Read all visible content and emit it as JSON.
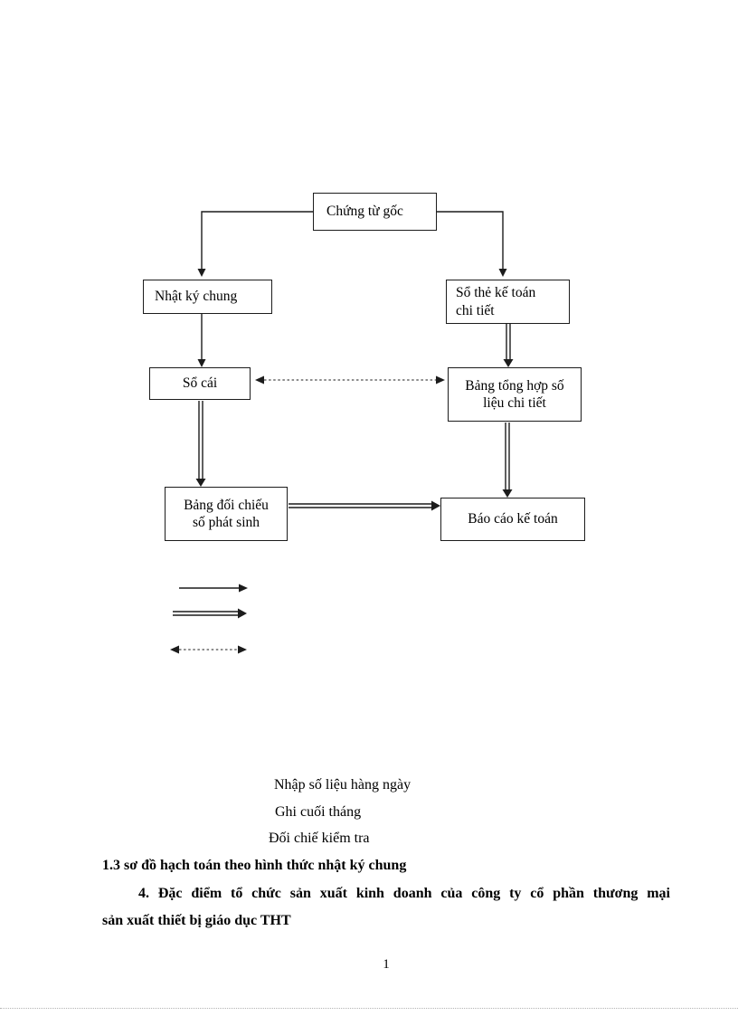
{
  "page": {
    "page_number": "1",
    "colors": {
      "ink": "#1c1c1c",
      "paper": "#ffffff",
      "page_break_dots": "#b3b3b3"
    }
  },
  "diagram": {
    "boxes": {
      "chung_tu_goc": {
        "label": "Chứng từ gốc"
      },
      "nhat_ky_chung": {
        "label": "Nhật ký chung"
      },
      "so_the_ke_toan_chi_tiet": {
        "label": "Sổ thẻ kế toán\nchi tiết"
      },
      "so_cai": {
        "label": "Sổ cái"
      },
      "bang_tong_hop_so_lieu_chi_tiet": {
        "label": "Bảng tổng hợp số\nliệu  chi tiết"
      },
      "bang_doi_chieu_so_phat_sinh": {
        "label": "Bảng đối chiếu\nsố phát sinh"
      },
      "bao_cao_ke_toan": {
        "label": "Báo cáo kế toán"
      }
    },
    "connections": [
      {
        "from": "Chứng từ gốc",
        "to": "Nhật ký chung",
        "style": "single-solid"
      },
      {
        "from": "Chứng từ gốc",
        "to": "Sổ thẻ kế toán chi tiết",
        "style": "single-solid"
      },
      {
        "from": "Nhật ký chung",
        "to": "Sổ cái",
        "style": "single-solid"
      },
      {
        "from": "Sổ thẻ kế toán chi tiết",
        "to": "Bảng tổng hợp số liệu chi tiết",
        "style": "double-solid"
      },
      {
        "from": "Sổ cái",
        "to": "Bảng tổng hợp số liệu chi tiết",
        "style": "dashed-double-headed"
      },
      {
        "from": "Sổ cái",
        "to": "Bảng đối chiếu số phát sinh",
        "style": "double-solid"
      },
      {
        "from": "Bảng tổng hợp số liệu chi tiết",
        "to": "Báo cáo kế toán",
        "style": "double-solid"
      },
      {
        "from": "Bảng đối chiếu số phát sinh",
        "to": "Báo cáo kế toán",
        "style": "double-solid"
      }
    ],
    "legend": {
      "items": [
        {
          "icon": "single-solid-arrow-icon",
          "label": "Nhập  số liệu hàng ngày"
        },
        {
          "icon": "double-solid-arrow-icon",
          "label": "Ghi cuối tháng"
        },
        {
          "icon": "dashed-double-headed-arrow-icon",
          "label": "Đối chiế kiểm tra"
        }
      ]
    }
  },
  "text": {
    "heading_1_3": "1.3 sơ đồ hạch toán theo hình thức nhật ký chung",
    "section_4_line1": "4. Đặc điểm tổ chức sản xuất kinh doanh  của công ty cổ phần thương mại",
    "section_4_line2": "sản xuất thiết bị giáo dục THT"
  }
}
